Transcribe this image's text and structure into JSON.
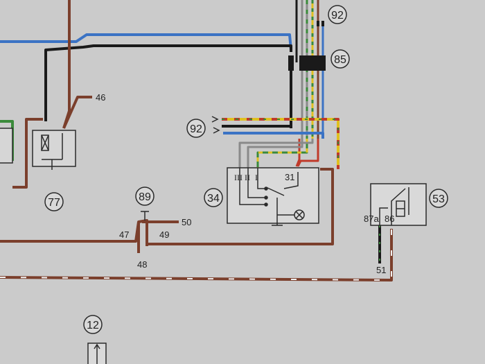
{
  "components": {
    "c92_top": "92",
    "c85": "85",
    "c92_left": "92",
    "c77": "77",
    "c89": "89",
    "c34": "34",
    "c53": "53",
    "c12": "12"
  },
  "wire_labels": {
    "w46": "46",
    "w47": "47",
    "w48": "48",
    "w49": "49",
    "w50": "50",
    "w51": "51"
  },
  "terminals": {
    "t_III": "III",
    "t_II": "II",
    "t_I": "I",
    "t_31": "31",
    "t_87a": "87a",
    "t_86": "86"
  },
  "colors": {
    "paper": "#c9c9c9",
    "ink": "#2a2a2a",
    "brown": "#7b3f2c",
    "blue": "#3b73c4",
    "black": "#1a1a1a",
    "yellow": "#e0c020",
    "green": "#3a8a3a",
    "red": "#c03a2a",
    "grey": "#8a8a8a",
    "white": "#f2f2f2"
  }
}
